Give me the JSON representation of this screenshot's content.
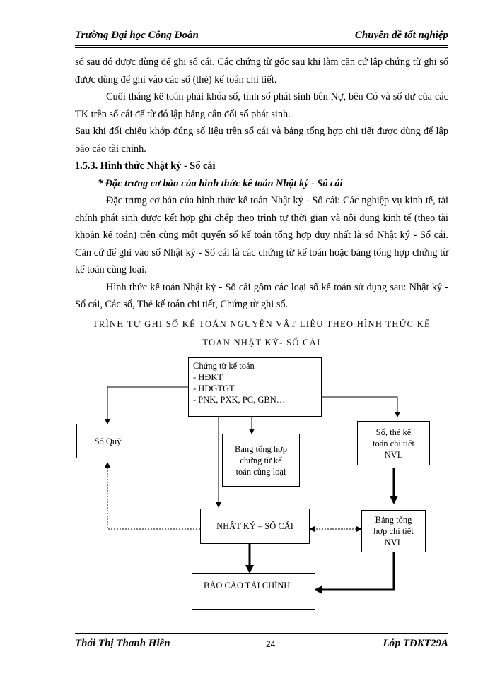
{
  "header": {
    "left": "Trường Đại học Công Đoàn",
    "right": "Chuyên đề tốt nghiệp"
  },
  "paragraphs": [
    "sổ sau đó được dùng để ghi sổ cái. Các chứng từ gốc sau khi làm căn cứ lập chứng từ ghi sổ được dùng để ghi vào các sổ (thẻ) kế toán chi tiết.",
    "Cuối tháng kế toán phải khóa sổ, tính số phát sinh bên Nợ, bên Có và số dư của các TK trên sổ cái để từ đó lập bảng cân đối số phát sinh.",
    "Sau khi đối chiếu khớp đúng số liệu trên sổ cái và bảng tổng hợp chi tiết được dùng để lập báo cáo tài chính.",
    "1.5.3. Hình thức Nhật ký - Sổ cái",
    "* Đặc trưng cơ bản của hình thức kế toán Nhật ký - Sổ cái",
    "Đặc trưng cơ bản của hình thức kế toán Nhật ký - Sổ cái: Các nghiệp vụ kinh tế, tài chính phát sinh được kết hợp ghi chép theo trình tự thời gian và nội dung kinh tế (theo tài khoản kế toán) trên cùng một quyển sổ kế toán tổng hợp duy nhất là sổ Nhật ký - Sổ cái. Căn cứ để ghi vào sổ Nhật ký - Sổ cái là các chứng từ kế toán hoặc bảng tổng hợp chứng từ kế toán cùng loại.",
    "Hình thức kế toán Nhật ký - Sổ cái gồm các loại sổ kế toán sử dụng sau: Nhật ký - Sổ cái, Các sổ, Thẻ kế toán chi tiết, Chứng từ ghi sổ."
  ],
  "diagram": {
    "title_line1": "TRÌNH TỰ GHI SỔ KẾ TOÁN NGUYÊN VẬT LIỆU THEO HÌNH THỨC KẾ",
    "title_line2": "TOÁN NHẬT KÝ- SỔ CÁI",
    "chung_tu": [
      "Chứng từ kế toán",
      "- HĐKT",
      "- HĐGTGT",
      "- PNK, PXK, PC, GBN…"
    ],
    "so_quy": "Sổ Quỹ",
    "bang_tong_hop_ct": [
      "Bảng tổng hợp",
      "chứng từ kế",
      "toán cùng loại"
    ],
    "so_the_chi_tiet": [
      "Sổ, thẻ kế",
      "toán chi tiết",
      "NVL"
    ],
    "nhat_ky_so_cai": "NHẬT KÝ – SỔ CÁI",
    "bang_tong_hop_chi_tiet": [
      "Bảng tổng",
      "hợp chi tiết",
      "NVL"
    ],
    "bao_cao": "BÁO CÁO TÀI CHÍNH"
  },
  "footer": {
    "left": "Thái Thị Thanh Hiền",
    "page": "24",
    "right": "Lớp TĐKT29A"
  }
}
